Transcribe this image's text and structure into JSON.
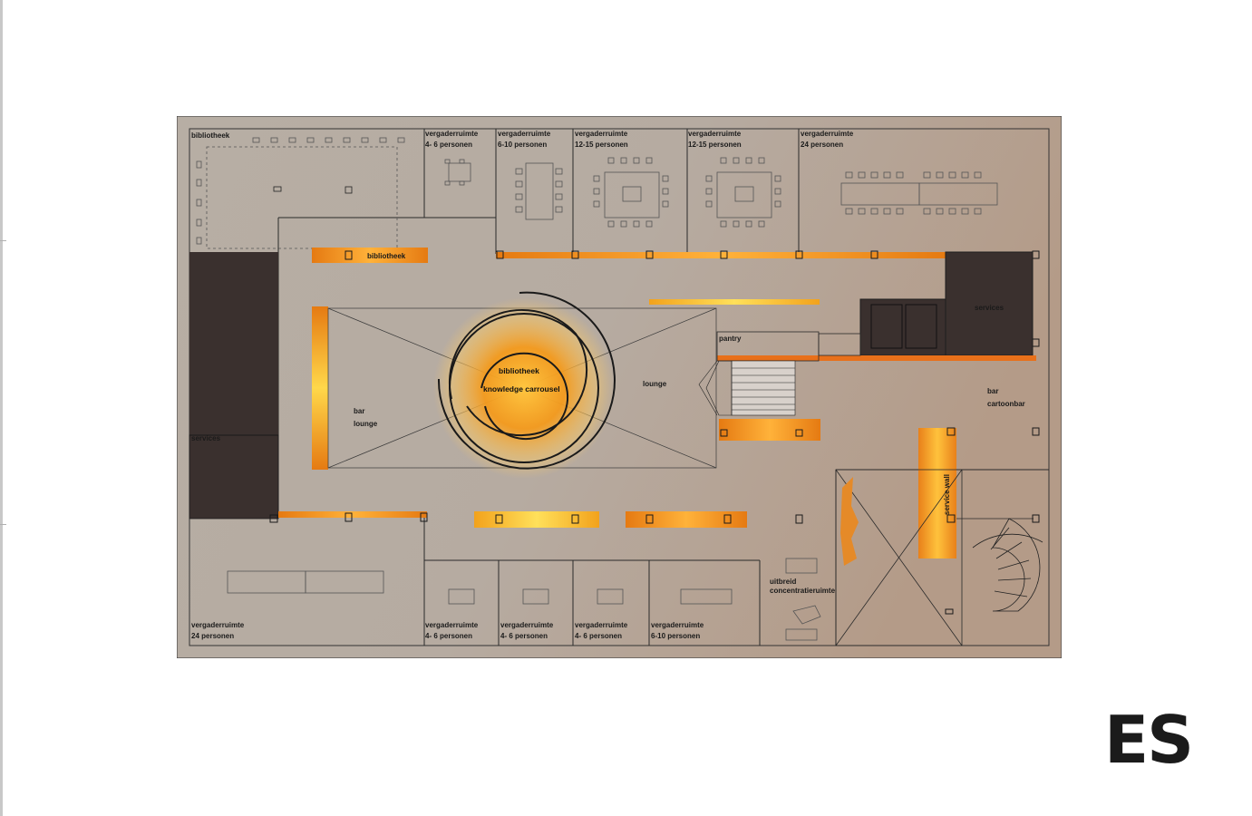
{
  "logo": "ES",
  "labels": {
    "bibliotheek_top": "bibliotheek",
    "vr1_t1": "vergaderruimte",
    "vr1_t2": "4- 6 personen",
    "vr2_t1": "vergaderruimte",
    "vr2_t2": "6-10 personen",
    "vr3_t1": "vergaderruimte",
    "vr3_t2": "12-15 personen",
    "vr4_t1": "vergaderruimte",
    "vr4_t2": "12-15 personen",
    "vr5_t1": "vergaderruimte",
    "vr5_t2": "24 personen",
    "shelf_bibliotheek": "bibliotheek",
    "left_block": "services",
    "services_right": "services",
    "bar_lounge_1": "bar",
    "bar_lounge_2": "lounge",
    "carousel_1": "bibliotheek",
    "carousel_2": "knowledge carrousel",
    "lounge": "lounge",
    "pantry": "pantry",
    "bar_cartoon_1": "bar",
    "bar_cartoon_2": "cartoonbar",
    "service_wall": "service wall",
    "vrb1_t1": "vergaderruimte",
    "vrb1_t2": "24 personen",
    "vrb2_t1": "vergaderruimte",
    "vrb2_t2": "4- 6 personen",
    "vrb3_t1": "vergaderruimte",
    "vrb3_t2": "4- 6 personen",
    "vrb4_t1": "vergaderruimte",
    "vrb4_t2": "4- 6 personen",
    "vrb5_t1": "vergaderruimte",
    "vrb5_t2": "6-10 personen",
    "uitbreid_1": "uitbreid",
    "uitbreid_2": "concentratieruimte"
  },
  "colors": {
    "floor": "#b9aea3",
    "wall": "#1e1e1e",
    "dark_block": "#3b3230",
    "orange": "#e8861c",
    "orange_light": "#ffd34a",
    "inner": "#b8ada2"
  }
}
